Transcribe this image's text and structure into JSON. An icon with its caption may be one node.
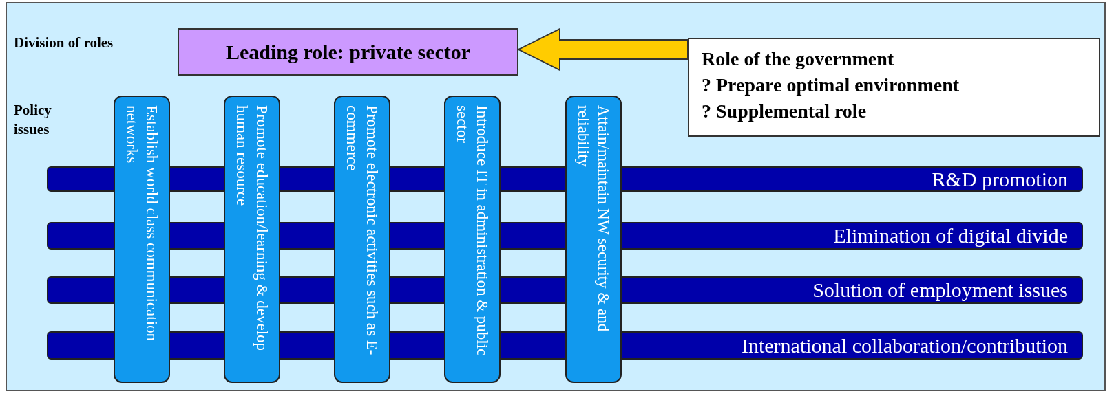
{
  "diagram": {
    "nodes": [
      {
        "text": [
          "Leading role: private sector"
        ]
      },
      {
        "text": [
          "Role of the government",
          "? Prepare optimal environment",
          "? Supplemental role"
        ]
      },
      {
        "text": [
          "Establish world class communication networks"
        ]
      },
      {
        "text": [
          "Promote education/learning & develop human resource"
        ]
      },
      {
        "text": [
          "Promote electronic activities such as E-commerce"
        ]
      },
      {
        "text": [
          "Introduce IT in administration & public sector"
        ]
      },
      {
        "text": [
          "Attain/maintain NW security & and reliability"
        ]
      },
      {
        "text": [
          "R&D promotion"
        ]
      },
      {
        "text": [
          "Elimination of digital divide"
        ]
      },
      {
        "text": [
          "Solution of employment issues"
        ]
      },
      {
        "text": [
          "International collaboration/contribution"
        ]
      }
    ],
    "edges": [
      {
        "from": 1,
        "to": 0,
        "arrow": "to",
        "style": "thick",
        "color": "#ffcc00"
      }
    ],
    "labels": [
      "Division of roles",
      "Policy issues"
    ]
  }
}
